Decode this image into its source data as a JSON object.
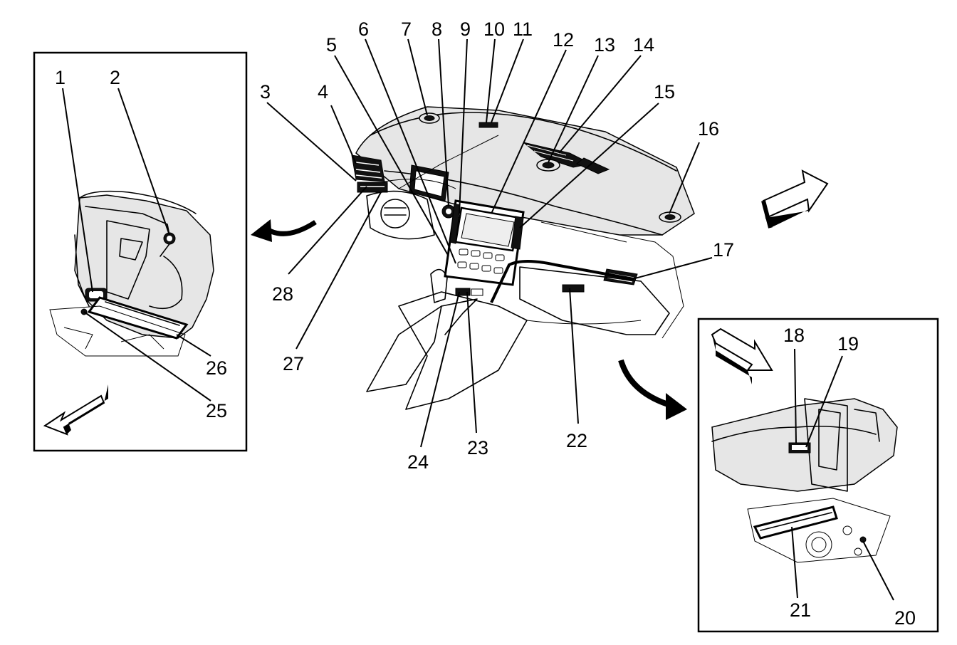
{
  "diagram": {
    "callouts": [
      {
        "id": "callout-1",
        "label": "1"
      },
      {
        "id": "callout-2",
        "label": "2"
      },
      {
        "id": "callout-3",
        "label": "3"
      },
      {
        "id": "callout-4",
        "label": "4"
      },
      {
        "id": "callout-5",
        "label": "5"
      },
      {
        "id": "callout-6",
        "label": "6"
      },
      {
        "id": "callout-7",
        "label": "7"
      },
      {
        "id": "callout-8",
        "label": "8"
      },
      {
        "id": "callout-9",
        "label": "9"
      },
      {
        "id": "callout-10",
        "label": "10"
      },
      {
        "id": "callout-11",
        "label": "11"
      },
      {
        "id": "callout-12",
        "label": "12"
      },
      {
        "id": "callout-13",
        "label": "13"
      },
      {
        "id": "callout-14",
        "label": "14"
      },
      {
        "id": "callout-15",
        "label": "15"
      },
      {
        "id": "callout-16",
        "label": "16"
      },
      {
        "id": "callout-17",
        "label": "17"
      },
      {
        "id": "callout-18",
        "label": "18"
      },
      {
        "id": "callout-19",
        "label": "19"
      },
      {
        "id": "callout-20",
        "label": "20"
      },
      {
        "id": "callout-21",
        "label": "21"
      },
      {
        "id": "callout-22",
        "label": "22"
      },
      {
        "id": "callout-23",
        "label": "23"
      },
      {
        "id": "callout-24",
        "label": "24"
      },
      {
        "id": "callout-25",
        "label": "25"
      },
      {
        "id": "callout-26",
        "label": "26"
      },
      {
        "id": "callout-27",
        "label": "27"
      },
      {
        "id": "callout-28",
        "label": "28"
      }
    ]
  }
}
